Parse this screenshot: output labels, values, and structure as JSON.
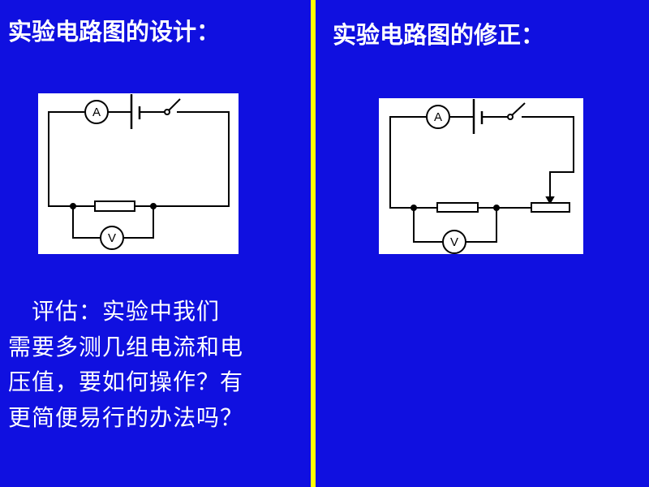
{
  "left_panel": {
    "title": "实验电路图的设计：",
    "diagram": {
      "ammeter_label": "A",
      "voltmeter_label": "V"
    },
    "evaluation": [
      "　评估：实验中我们",
      "需要多测几组电流和电",
      "压值，要如何操作？有",
      "更简便易行的办法吗？"
    ]
  },
  "right_panel": {
    "title": "实验电路图的修正：",
    "diagram": {
      "ammeter_label": "A",
      "voltmeter_label": "V"
    }
  },
  "colors": {
    "background": "#1010e0",
    "divider": "#ffff00",
    "text": "#ffffff"
  }
}
